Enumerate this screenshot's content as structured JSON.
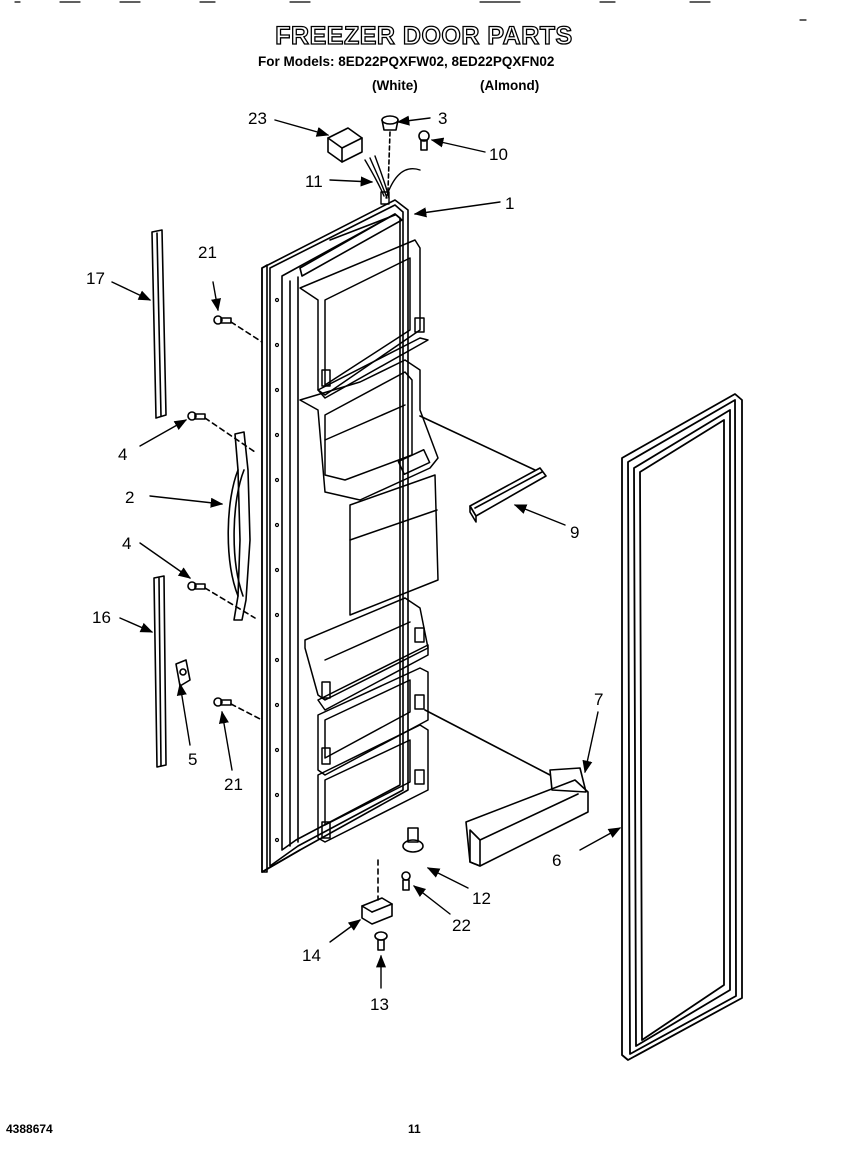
{
  "header": {
    "title": "FREEZER DOOR PARTS",
    "models_line": "For Models: 8ED22PQXFW02, 8ED22PQXFN02",
    "variant_white": "(White)",
    "variant_almond": "(Almond)"
  },
  "callouts": {
    "c1": "1",
    "c2": "2",
    "c3": "3",
    "c4a": "4",
    "c4b": "4",
    "c5": "5",
    "c6": "6",
    "c7": "7",
    "c9": "9",
    "c10": "10",
    "c11": "11",
    "c12": "12",
    "c13": "13",
    "c14": "14",
    "c16": "16",
    "c17": "17",
    "c21a": "21",
    "c21b": "21",
    "c22": "22",
    "c23": "23"
  },
  "footer": {
    "doc_number": "4388674",
    "page_number": "11"
  }
}
